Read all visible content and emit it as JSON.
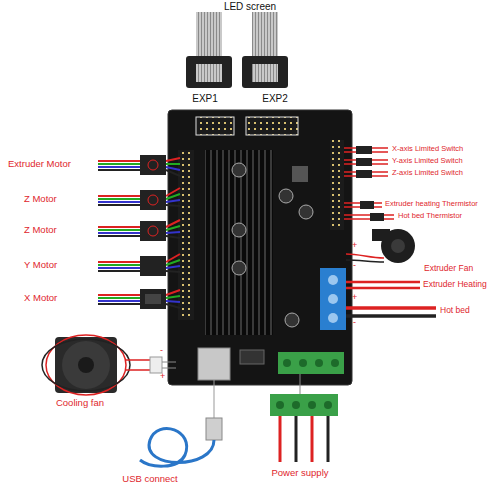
{
  "diagram": {
    "labels": [
      "LED screen",
      "EXP1",
      "EXP2",
      "Extruder Motor",
      "Z Motor",
      "Z Motor",
      "Y Motor",
      "X Motor",
      "X-axis Limited Switch",
      "Y-axis Limited Switch",
      "Z-axis Limited Switch",
      "Extruder heating Thermistor",
      "Hot bed Thermistor",
      "+",
      "-",
      "Extruder Fan",
      "Extruder Heating",
      "+",
      "-",
      "Hot bed",
      "-",
      "+",
      "Cooling fan",
      "USB connect",
      "Power supply"
    ]
  }
}
